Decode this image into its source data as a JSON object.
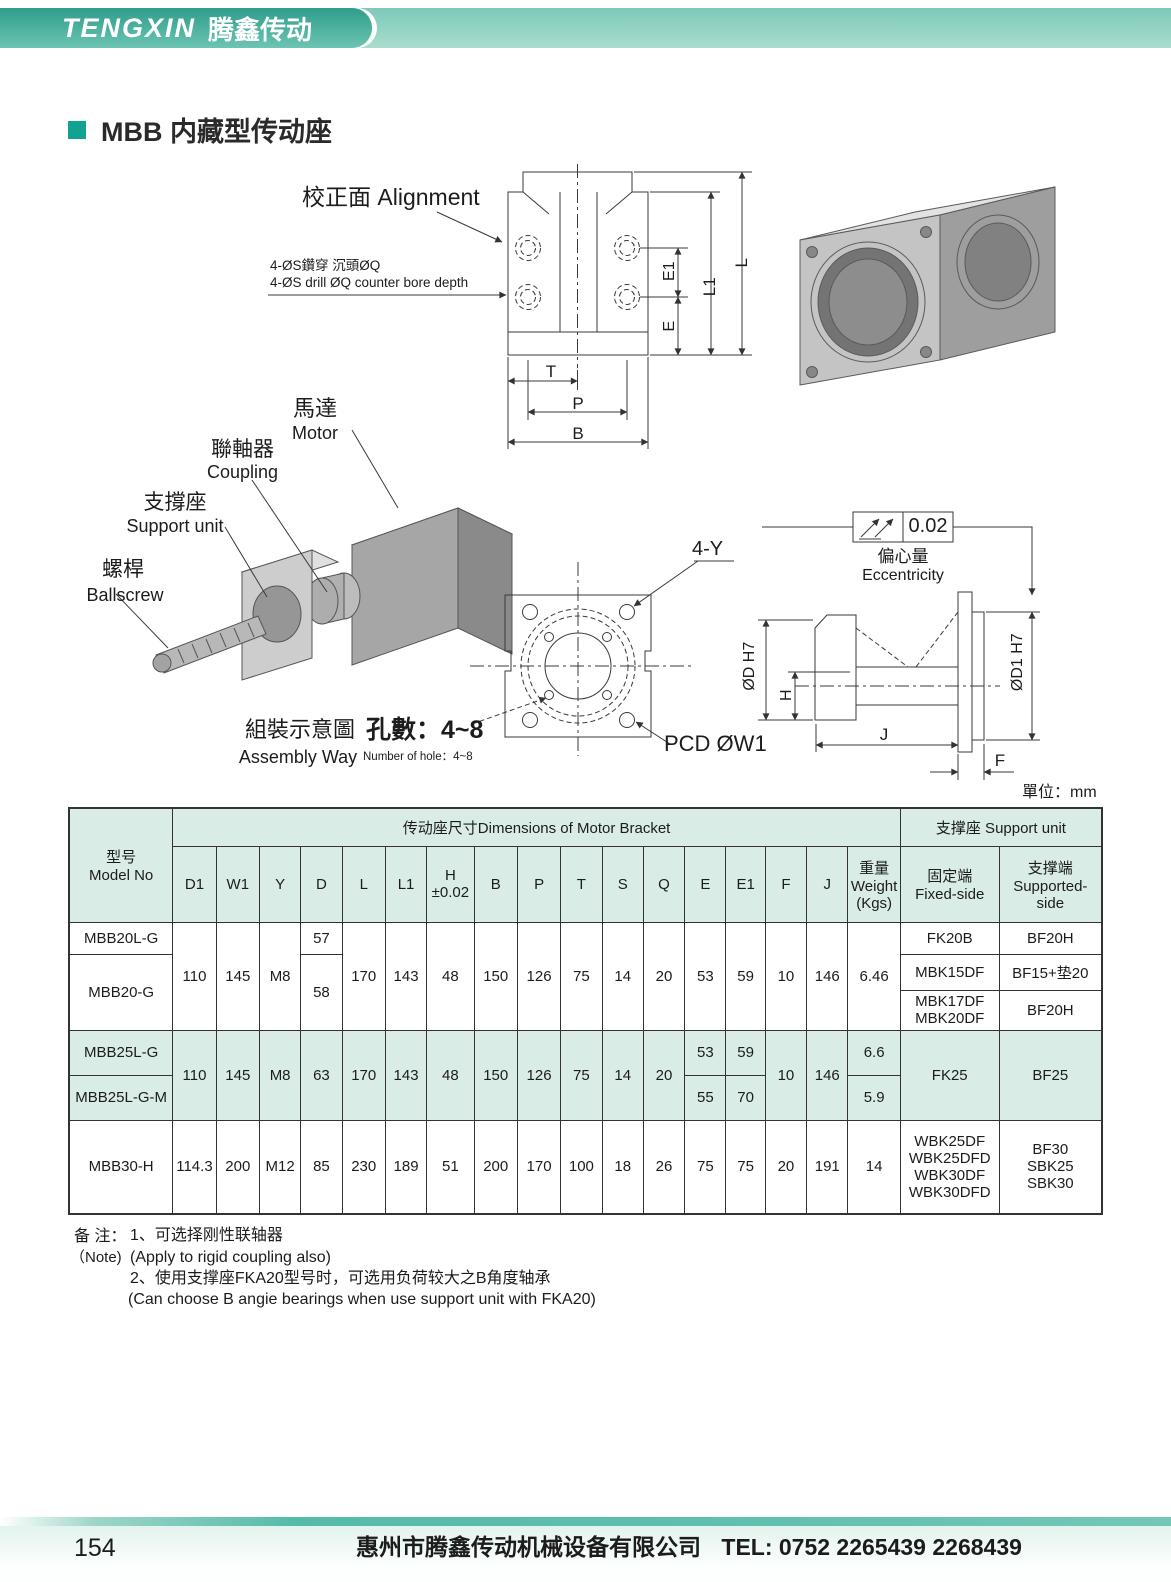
{
  "header": {
    "logo_en": "TENGXIN",
    "logo_cn": "腾鑫传动"
  },
  "title": {
    "text": "MBB 内藏型传动座"
  },
  "drawing": {
    "alignment": "校正面 Alignment",
    "drill_cn": "4-ØS鑽穿  沉頭ØQ",
    "drill_en": "4-ØS drill ØQ counter bore depth",
    "motor_cn": "馬達",
    "motor_en": "Motor",
    "coupling_cn": "聯軸器",
    "coupling_en": "Coupling",
    "support_cn": "支撐座",
    "support_en": "Support unit",
    "ballscrew_cn": "螺桿",
    "ballscrew_en": "Ballscrew",
    "assembly_cn": "組裝示意圖",
    "assembly_en": "Assembly Way",
    "holes_cn": "孔數：4~8",
    "holes_en": "Number of hole：4~8",
    "four_y": "4-Y",
    "pcd": "PCD  ØW1",
    "ecc_value": "0.02",
    "ecc_cn": "偏心量",
    "ecc_en": "Eccentricity",
    "unit": "單位：mm",
    "dims": {
      "t": "T",
      "p": "P",
      "b": "B",
      "e": "E",
      "e1": "E1",
      "l": "L",
      "l1": "L1",
      "h": "H",
      "j": "J",
      "f": "F",
      "dd": "ØD  H7",
      "dd1": "ØD1  H7"
    }
  },
  "table": {
    "model_header": "型号\nModel No",
    "dims_header": "传动座尺寸Dimensions of Motor Bracket",
    "support_header": "支撑座  Support unit",
    "cols": [
      "D1",
      "W1",
      "Y",
      "D",
      "L",
      "L1",
      "H\n±0.02",
      "B",
      "P",
      "T",
      "S",
      "Q",
      "E",
      "E1",
      "F",
      "J",
      "重量\nWeight\n(Kgs)",
      "固定端\nFixed-side",
      "支撑端\nSupported-\nside"
    ],
    "g1": {
      "model_a": "MBB20L-G",
      "model_b": "MBB20-G",
      "d1": "110",
      "w1": "145",
      "y": "M8",
      "d_a": "57",
      "d_b": "58",
      "l": "170",
      "l1": "143",
      "h": "48",
      "b": "150",
      "p": "126",
      "t": "75",
      "s": "14",
      "q": "20",
      "e": "53",
      "e1": "59",
      "f": "10",
      "j": "146",
      "weight": "6.46",
      "fixed_1": "FK20B",
      "sup_1": "BF20H",
      "fixed_2": "MBK15DF",
      "sup_2": "BF15+垫20",
      "fixed_3": "MBK17DF\nMBK20DF",
      "sup_3": "BF20H"
    },
    "g2": {
      "model_a": "MBB25L-G",
      "model_b": "MBB25L-G-M",
      "d1": "110",
      "w1": "145",
      "y": "M8",
      "d": "63",
      "l": "170",
      "l1": "143",
      "h": "48",
      "b": "150",
      "p": "126",
      "t": "75",
      "s": "14",
      "q": "20",
      "e_a": "53",
      "e1_a": "59",
      "e_b": "55",
      "e1_b": "70",
      "f": "10",
      "j": "146",
      "weight_a": "6.6",
      "weight_b": "5.9",
      "fixed": "FK25",
      "sup": "BF25"
    },
    "g3": {
      "model": "MBB30-H",
      "d1": "114.3",
      "w1": "200",
      "y": "M12",
      "d": "85",
      "l": "230",
      "l1": "189",
      "h": "51",
      "b": "200",
      "p": "170",
      "t": "100",
      "s": "18",
      "q": "26",
      "e": "75",
      "e1": "75",
      "f": "20",
      "j": "191",
      "weight": "14",
      "fixed": "WBK25DF\nWBK25DFD\nWBK30DF\nWBK30DFD",
      "sup": "BF30\nSBK25\nSBK30"
    }
  },
  "notes": {
    "label_cn": "备 注：",
    "label_en": "（Note)",
    "item1_cn": "1、可选择刚性联轴器",
    "item1_en": "(Apply to rigid coupling also)",
    "item2_cn": "2、使用支撑座FKA20型号时，可选用负荷较大之B角度轴承",
    "item2_en": "(Can choose B angie bearings when use support unit with FKA20)"
  },
  "footer": {
    "page": "154",
    "company": "惠州市腾鑫传动机械设备有限公司",
    "tel": "TEL: 0752  2265439  2268439"
  }
}
